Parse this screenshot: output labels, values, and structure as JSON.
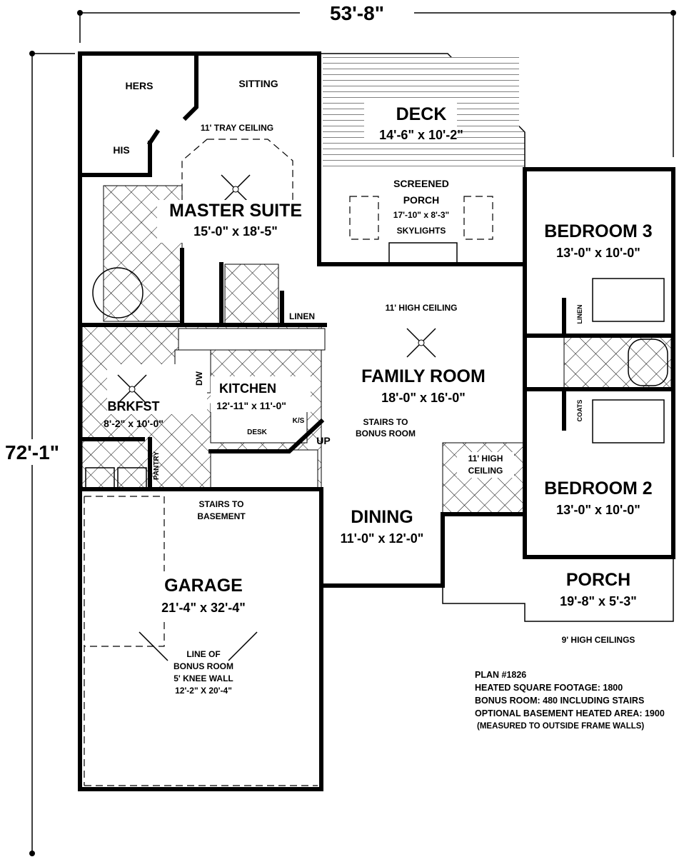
{
  "dimensions": {
    "width": "53'-8\"",
    "height": "72'-1\""
  },
  "rooms": {
    "hers": "HERS",
    "his": "HIS",
    "sitting": "SITTING",
    "tray_ceiling": "11' TRAY CEILING",
    "master_suite": {
      "name": "MASTER SUITE",
      "size": "15'-0\" x 18'-5\""
    },
    "deck": {
      "name": "DECK",
      "size": "14'-6\" x 10'-2\""
    },
    "screened_porch": {
      "name1": "SCREENED",
      "name2": "PORCH",
      "size": "17'-10\" x 8'-3\"",
      "skylights": "SKYLIGHTS"
    },
    "bedroom3": {
      "name": "BEDROOM 3",
      "size": "13'-0\" x 10'-0\""
    },
    "linen1": "LINEN",
    "linen2": "LINEN",
    "coats": "COATS",
    "high_ceiling": "11' HIGH CEILING",
    "family_room": {
      "name": "FAMILY ROOM",
      "size": "18'-0\" x 16'-0\""
    },
    "kitchen": {
      "name": "KITCHEN",
      "size": "12'-11\" x 11'-0\"",
      "dw": "DW",
      "desk": "DESK",
      "ks": "K/S"
    },
    "brkfst": {
      "name": "BRKFST",
      "size": "8'-2\" x 10'-0\""
    },
    "pantry": "PANTRY",
    "stairs_bonus": {
      "line1": "STAIRS TO",
      "line2": "BONUS ROOM",
      "up": "UP"
    },
    "stairs_basement": {
      "line1": "STAIRS TO",
      "line2": "BASEMENT"
    },
    "foyer_ceiling": {
      "line1": "11' HIGH",
      "line2": "CEILING"
    },
    "bedroom2": {
      "name": "BEDROOM 2",
      "size": "13'-0\" x 10'-0\""
    },
    "dining": {
      "name": "DINING",
      "size": "11'-0\" x 12'-0\""
    },
    "porch": {
      "name": "PORCH",
      "size": "19'-8\" x 5'-3\""
    },
    "nine_ceilings": "9' HIGH CEILINGS",
    "garage": {
      "name": "GARAGE",
      "size": "21'-4\" x 32'-4\""
    },
    "bonus_line": {
      "l1": "LINE OF",
      "l2": "BONUS ROOM",
      "l3": "5' KNEE WALL",
      "l4": "12'-2\" X 20'-4\""
    }
  },
  "plan_info": {
    "plan": "PLAN #1826",
    "heated": "HEATED SQUARE FOOTAGE: 1800",
    "bonus": "BONUS ROOM: 480 INCLUDING STAIRS",
    "basement": "OPTIONAL BASEMENT HEATED AREA: 1900",
    "note": "(MEASURED TO OUTSIDE FRAME WALLS)"
  }
}
